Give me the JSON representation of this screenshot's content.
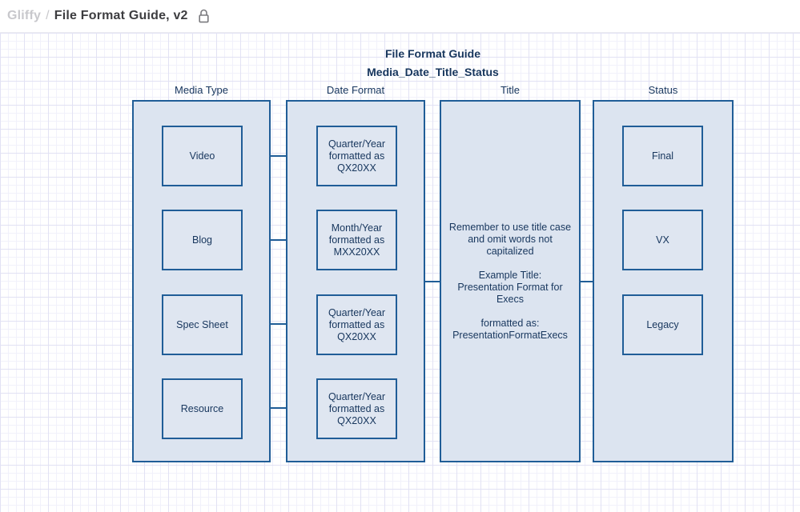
{
  "header": {
    "app_name": "Gliffy",
    "separator": "/",
    "doc_title": "File Format Guide, v2",
    "lock_icon": "lock-icon"
  },
  "diagram": {
    "title": "File Format Guide",
    "subtitle": "Media_Date_Title_Status",
    "colors": {
      "shape_fill": "#dce4f0",
      "shape_border": "#205d97",
      "text": "#17365d",
      "grid_minor": "#f1f1fb",
      "grid_major": "#e2e2f4"
    },
    "columns": [
      {
        "label": "Media Type",
        "items": [
          "Video",
          "Blog",
          "Spec Sheet",
          "Resource"
        ]
      },
      {
        "label": "Date Format",
        "items": [
          "Quarter/Year formatted as QX20XX",
          "Month/Year formatted as MXX20XX",
          "Quarter/Year formatted as QX20XX",
          "Quarter/Year formatted as QX20XX"
        ]
      },
      {
        "label": "Title",
        "note": {
          "p1": "Remember to use title case and omit words not capitalized",
          "p2a": "Example Title:",
          "p2b": "Presentation Format for Execs",
          "p3a": "formatted as:",
          "p3b": "PresentationFormatExecs"
        }
      },
      {
        "label": "Status",
        "items": [
          "Final",
          "VX",
          "Legacy"
        ]
      }
    ]
  }
}
